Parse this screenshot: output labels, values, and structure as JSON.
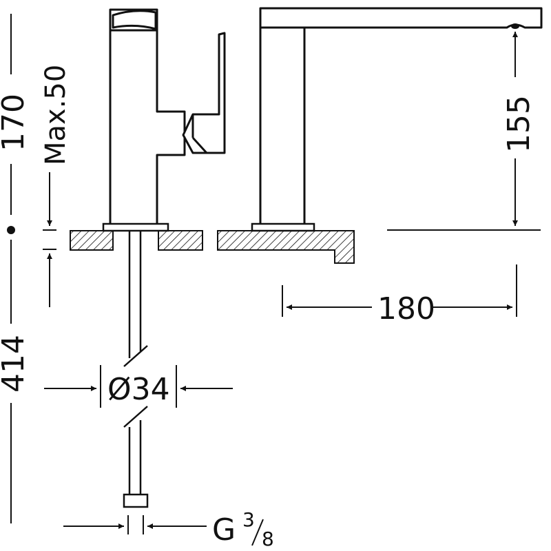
{
  "dimensions": {
    "total_height": "170",
    "max_deck": "Max.50",
    "spout_height": "155",
    "spout_reach": "180",
    "hose_length": "414",
    "hose_diameter": "Ø34",
    "thread_g": "G",
    "thread_num": "3",
    "thread_den": "8"
  },
  "colors": {
    "line": "#111111",
    "background": "#ffffff"
  }
}
